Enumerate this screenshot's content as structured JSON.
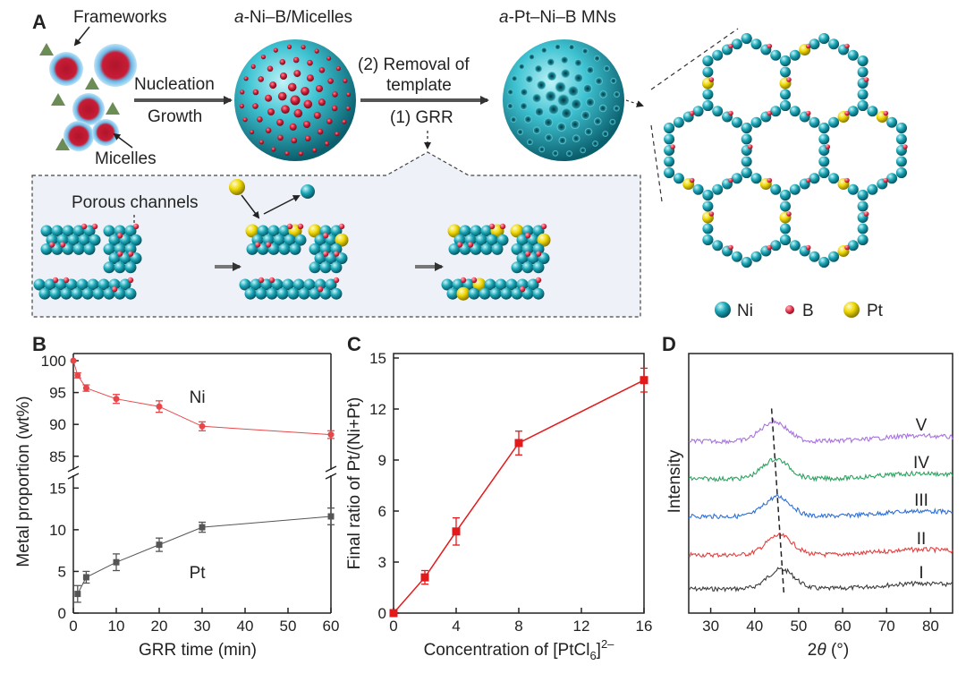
{
  "figure": {
    "panel_labels": [
      "A",
      "B",
      "C",
      "D"
    ],
    "schematic": {
      "frameworks": "Frameworks",
      "micelles": "Micelles",
      "nucleation": "Nucleation",
      "growth": "Growth",
      "sphere1": "a-Ni–B/Micelles",
      "removal1": "(2) Removal of",
      "removal2": "template",
      "grr": "(1) GRR",
      "sphere2": "a-Pt–Ni–B MNs",
      "porous": "Porous channels",
      "legend_ni": "Ni",
      "legend_b": "B",
      "legend_pt": "Pt",
      "colors": {
        "ni": "#19a3b3",
        "b": "#e8344a",
        "pt": "#ecd400",
        "inset_bg": "#eef2f8"
      }
    }
  },
  "chart_data": [
    {
      "panel": "B",
      "type": "line",
      "xlabel": "GRR time (min)",
      "ylabel": "Metal proportion (wt%)",
      "xlim": [
        0,
        60
      ],
      "xticks": [
        0,
        10,
        20,
        30,
        40,
        50,
        60
      ],
      "upper_ylim": [
        83,
        100
      ],
      "upper_yticks": [
        85,
        90,
        95,
        100
      ],
      "lower_ylim": [
        0,
        16
      ],
      "lower_yticks": [
        0,
        5,
        10,
        15
      ],
      "series": [
        {
          "name": "Ni",
          "color": "#e8474a",
          "marker": "circle",
          "x": [
            0,
            1,
            3,
            10,
            20,
            30,
            60
          ],
          "y": [
            100,
            97.7,
            95.7,
            94.0,
            92.8,
            89.7,
            88.4
          ],
          "err": [
            0,
            0.4,
            0.5,
            0.7,
            0.9,
            0.7,
            0.6
          ]
        },
        {
          "name": "Pt",
          "color": "#555555",
          "marker": "square",
          "x": [
            1,
            3,
            10,
            20,
            30,
            60
          ],
          "y": [
            2.3,
            4.3,
            6.1,
            8.2,
            10.3,
            11.6
          ],
          "err": [
            1.0,
            0.7,
            1.0,
            0.8,
            0.6,
            1.0
          ]
        }
      ]
    },
    {
      "panel": "C",
      "type": "line",
      "xlabel": "Concentration of [PtCl6]2–",
      "xlabel_base": "Concentration of [PtCl",
      "xlabel_sub": "6",
      "xlabel_close": "]",
      "xlabel_sup": "2–",
      "ylabel": "Final ratio of Pt/(Ni+Pt)",
      "xlim": [
        0,
        16
      ],
      "xticks": [
        0,
        4,
        8,
        12,
        16
      ],
      "ylim": [
        0,
        15
      ],
      "yticks": [
        0,
        3,
        6,
        9,
        12,
        15
      ],
      "series": [
        {
          "color": "#e31a1c",
          "marker": "square",
          "x": [
            0,
            2,
            4,
            8,
            16
          ],
          "y": [
            0,
            2.1,
            4.8,
            10.0,
            13.7
          ],
          "err": [
            0,
            0.4,
            0.8,
            0.7,
            0.7
          ]
        }
      ]
    },
    {
      "panel": "D",
      "type": "line",
      "xlabel": "2θ (°)",
      "xlabel_theta": "θ",
      "ylabel": "Intensity",
      "xlim": [
        25,
        85
      ],
      "xticks": [
        30,
        40,
        50,
        60,
        70,
        80
      ],
      "series": [
        {
          "name": "I",
          "color": "#3c3c3c",
          "peak": 46.0
        },
        {
          "name": "II",
          "color": "#e04040",
          "peak": 45.6
        },
        {
          "name": "III",
          "color": "#2f6fd6",
          "peak": 45.2
        },
        {
          "name": "IV",
          "color": "#2da260",
          "peak": 44.8
        },
        {
          "name": "V",
          "color": "#a873e0",
          "peak": 44.4
        }
      ]
    }
  ]
}
